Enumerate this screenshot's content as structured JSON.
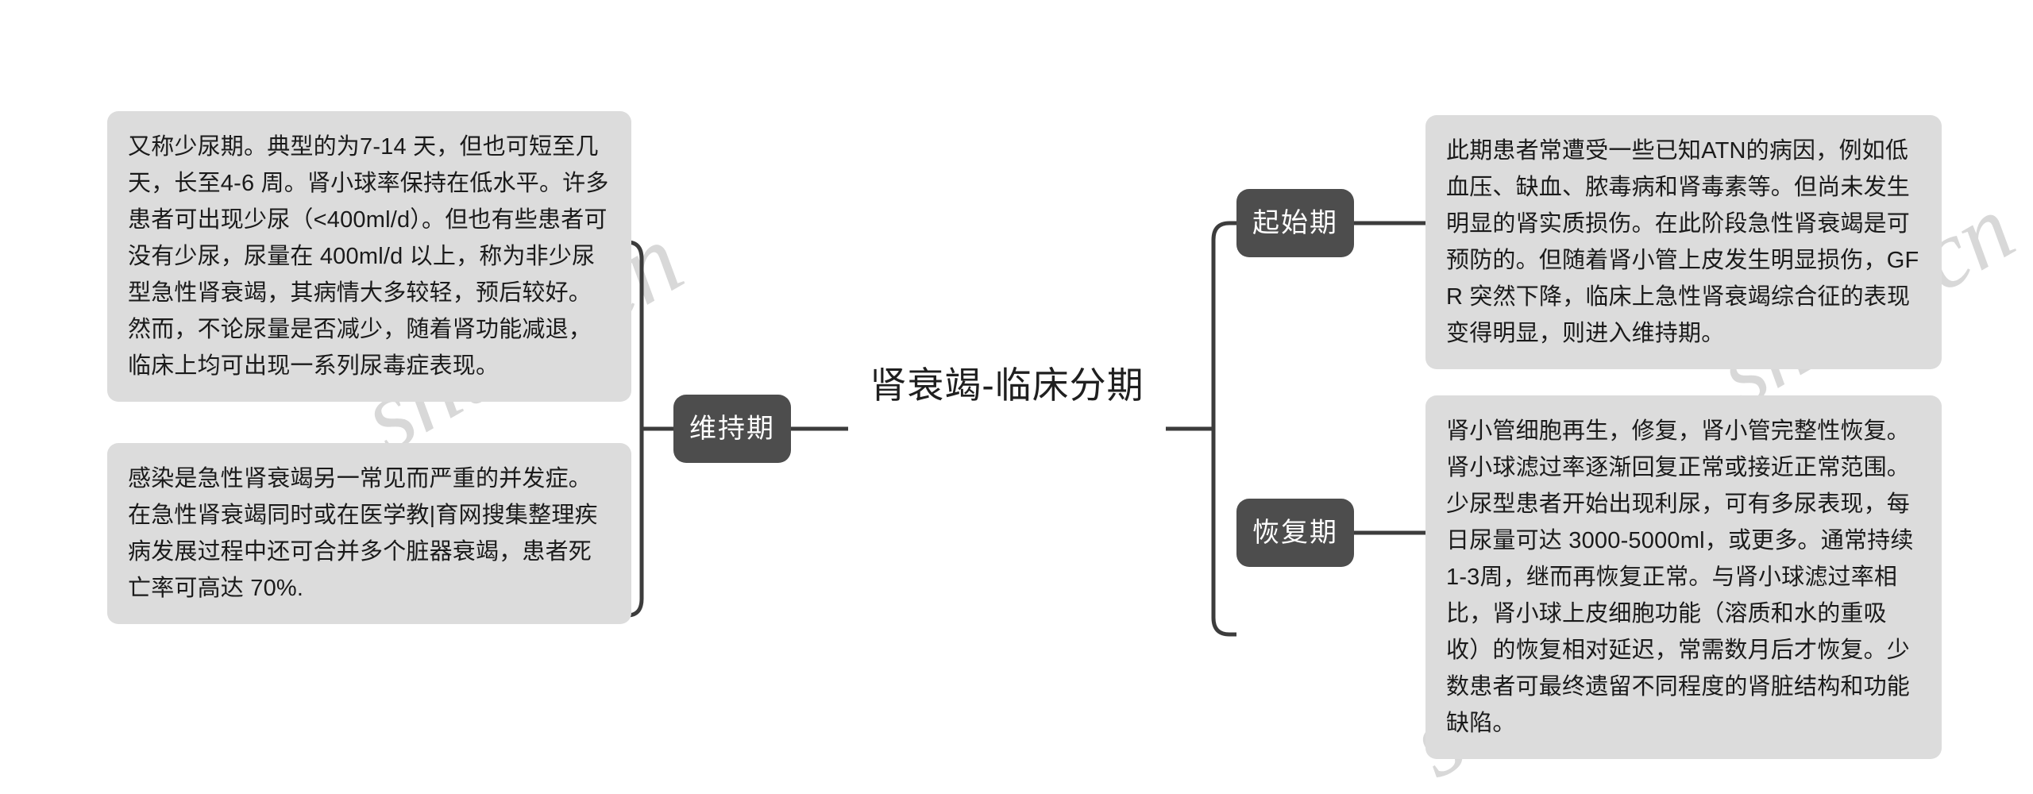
{
  "diagram": {
    "type": "mindmap",
    "root": {
      "title": "肾衰竭-临床分期"
    },
    "watermark": {
      "left_text": "shutu.cn",
      "right_text": "shutu.cn",
      "corner_text": "shutu.cn"
    },
    "branches": [
      {
        "id": "weichi",
        "label": "维持期",
        "side": "left",
        "details": [
          {
            "id": "weichi-1",
            "text": "又称少尿期。典型的为7-14 天，但也可短至几天，长至4-6 周。肾小球率保持在低水平。许多患者可出现少尿（<400ml/d）。但也有些患者可没有少尿，尿量在 400ml/d 以上，称为非少尿型急性肾衰竭，其病情大多较轻，预后较好。然而，不论尿量是否减少，随着肾功能减退，临床上均可出现一系列尿毒症表现。"
          },
          {
            "id": "weichi-2",
            "text": "感染是急性肾衰竭另一常见而严重的并发症。在急性肾衰竭同时或在医学教|育网搜集整理疾病发展过程中还可合并多个脏器衰竭，患者死亡率可高达 70%."
          }
        ]
      },
      {
        "id": "qishi",
        "label": "起始期",
        "side": "right",
        "details": [
          {
            "id": "qishi-1",
            "text": "此期患者常遭受一些已知ATN的病因，例如低血压、缺血、脓毒病和肾毒素等。但尚未发生明显的肾实质损伤。在此阶段急性肾衰竭是可预防的。但随着肾小管上皮发生明显损伤，GFR 突然下降，临床上急性肾衰竭综合征的表现变得明显，则进入维持期。"
          }
        ]
      },
      {
        "id": "huifu",
        "label": "恢复期",
        "side": "right",
        "details": [
          {
            "id": "huifu-1",
            "text": "肾小管细胞再生，修复，肾小管完整性恢复。肾小球滤过率逐渐回复正常或接近正常范围。少尿型患者开始出现利尿，可有多尿表现，每日尿量可达 3000-5000ml，或更多。通常持续1-3周，继而再恢复正常。与肾小球滤过率相比，肾小球上皮细胞功能（溶质和水的重吸收）的恢复相对延迟，常需数月后才恢复。少数患者可最终遗留不同程度的肾脏结构和功能缺陷。"
          }
        ]
      }
    ],
    "colors": {
      "background": "#ffffff",
      "detail_box_fill": "#dcdcdc",
      "branch_fill": "#4d4d4d",
      "branch_text": "#ffffff",
      "connector": "#3c3c3c",
      "root_text": "#1f1f1f",
      "watermark": "#d8d8d8"
    }
  }
}
